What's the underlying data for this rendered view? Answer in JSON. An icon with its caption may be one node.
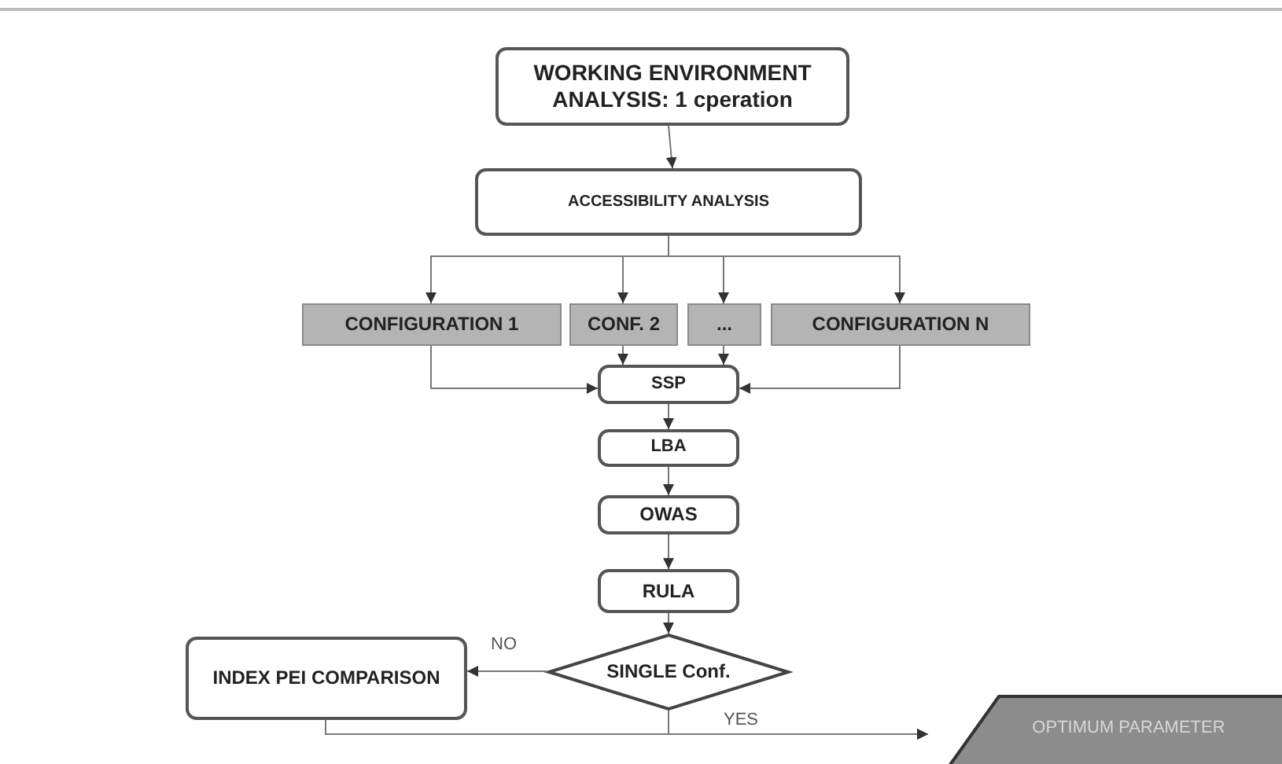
{
  "diagram": {
    "nodes": [
      {
        "text": [
          "WORKING ENVIRONMENT ANALYSIS: 1 cperation"
        ]
      },
      {
        "text": [
          "ACCESSIBILITY ANALYSIS"
        ]
      },
      {
        "text": [
          "CONFIGURATION 1"
        ]
      },
      {
        "text": [
          "CONF. 2"
        ]
      },
      {
        "text": [
          "..."
        ]
      },
      {
        "text": [
          "CONFIGURATION N"
        ]
      },
      {
        "text": [
          "SSP"
        ]
      },
      {
        "text": [
          "LBA"
        ]
      },
      {
        "text": [
          "OWAS"
        ]
      },
      {
        "text": [
          "RULA"
        ]
      },
      {
        "text": [
          "SINGLE Conf."
        ]
      },
      {
        "text": [
          "INDEX PEI COMPARISON"
        ]
      },
      {
        "text": [
          "OPTIMUM PARAMETER"
        ]
      }
    ],
    "edges": [
      {
        "from": 0,
        "to": 1,
        "arrow": "to"
      },
      {
        "from": 1,
        "to": 2,
        "arrow": "to"
      },
      {
        "from": 1,
        "to": 3,
        "arrow": "to"
      },
      {
        "from": 1,
        "to": 4,
        "arrow": "to"
      },
      {
        "from": 1,
        "to": 5,
        "arrow": "to"
      },
      {
        "from": 2,
        "to": 6,
        "arrow": "to"
      },
      {
        "from": 3,
        "to": 6,
        "arrow": "to"
      },
      {
        "from": 4,
        "to": 6,
        "arrow": "to"
      },
      {
        "from": 5,
        "to": 6,
        "arrow": "to"
      },
      {
        "from": 6,
        "to": 7,
        "arrow": "to"
      },
      {
        "from": 7,
        "to": 8,
        "arrow": "to"
      },
      {
        "from": 8,
        "to": 9,
        "arrow": "to"
      },
      {
        "from": 9,
        "to": 10,
        "arrow": "to"
      },
      {
        "from": 10,
        "to": 11,
        "arrow": "to",
        "label": "NO"
      },
      {
        "from": 10,
        "to": 12,
        "arrow": "to",
        "label": "YES"
      },
      {
        "from": 11,
        "to": 12,
        "arrow": "to"
      }
    ]
  }
}
